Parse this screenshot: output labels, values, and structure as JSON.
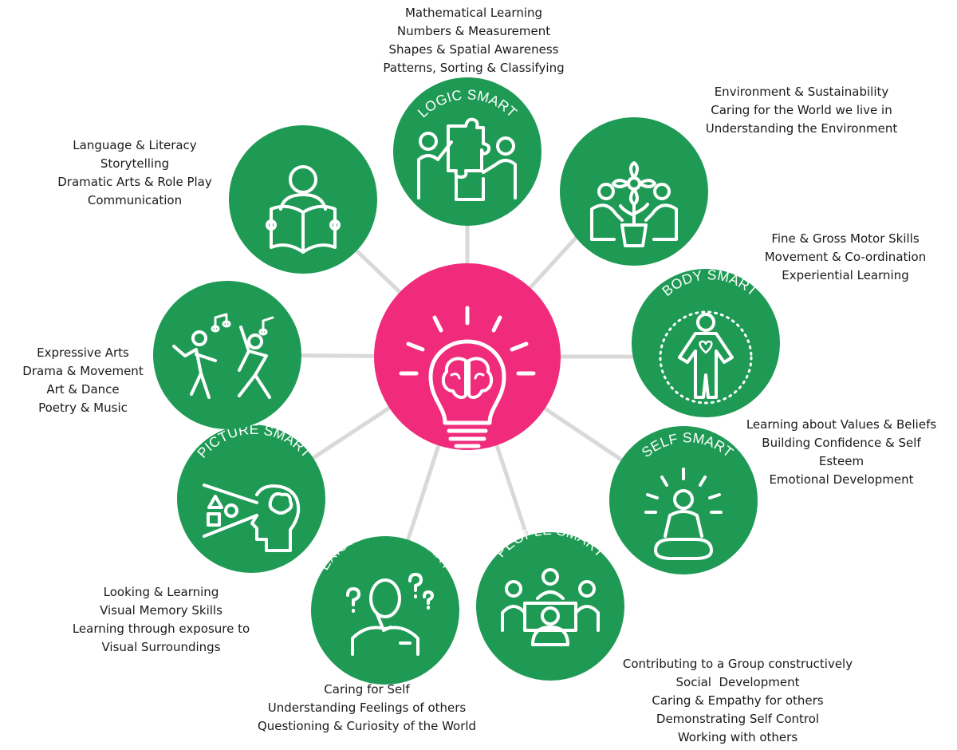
{
  "center": {
    "label": "",
    "icon": "lightbulb-brain-icon",
    "color": "#f12b7b"
  },
  "node_color": "#1f9a55",
  "connector_color": "#d9d9d9",
  "nodes": [
    {
      "key": "logic",
      "title": "LOGIC SMART",
      "icon": "puzzle-people-icon",
      "descriptions": [
        "Mathematical Learning",
        "Numbers & Measurement",
        "Shapes & Spatial Awareness",
        "Patterns, Sorting & Classifying"
      ]
    },
    {
      "key": "nature",
      "title": "NATURE SMART",
      "icon": "plant-growing-icon",
      "descriptions": [
        "Environment & Sustainability",
        "Caring for the World we live in",
        "Understanding the Environment"
      ]
    },
    {
      "key": "body",
      "title": "BODY SMART",
      "icon": "body-heart-icon",
      "descriptions": [
        "Fine & Gross Motor Skills",
        "Movement & Co-ordination",
        "Experiential Learning"
      ]
    },
    {
      "key": "self",
      "title": "SELF SMART",
      "icon": "meditation-icon",
      "descriptions": [
        "Learning about Values & Beliefs",
        "Building Confidence & Self",
        "Esteem",
        "Emotional Development"
      ]
    },
    {
      "key": "people",
      "title": "PEOPLE SMART",
      "icon": "group-meeting-icon",
      "descriptions": [
        "Contributing to a Group constructively",
        "Social  Development",
        "Caring & Empathy for others",
        "Demonstrating Self Control",
        "Working with others"
      ]
    },
    {
      "key": "existential",
      "title": "EXISTENTIAL SMART",
      "icon": "thinking-person-icon",
      "descriptions": [
        "Caring for Self",
        "Understanding Feelings of others",
        "Questioning & Curiosity of the World"
      ]
    },
    {
      "key": "picture",
      "title": "PICTURE SMART",
      "icon": "visual-head-icon",
      "descriptions": [
        "Looking & Learning",
        "Visual Memory Skills",
        "Learning through exposure to",
        "Visual Surroundings"
      ]
    },
    {
      "key": "music",
      "title": "MUSIC SMART",
      "icon": "dancing-music-icon",
      "descriptions": [
        "Expressive Arts",
        "Drama & Movement",
        "Art & Dance",
        "Poetry & Music"
      ]
    },
    {
      "key": "word",
      "title": "WORD SMART",
      "icon": "reading-book-icon",
      "descriptions": [
        "Language & Literacy",
        "Storytelling",
        "Dramatic Arts & Role Play",
        "Communication"
      ]
    }
  ]
}
